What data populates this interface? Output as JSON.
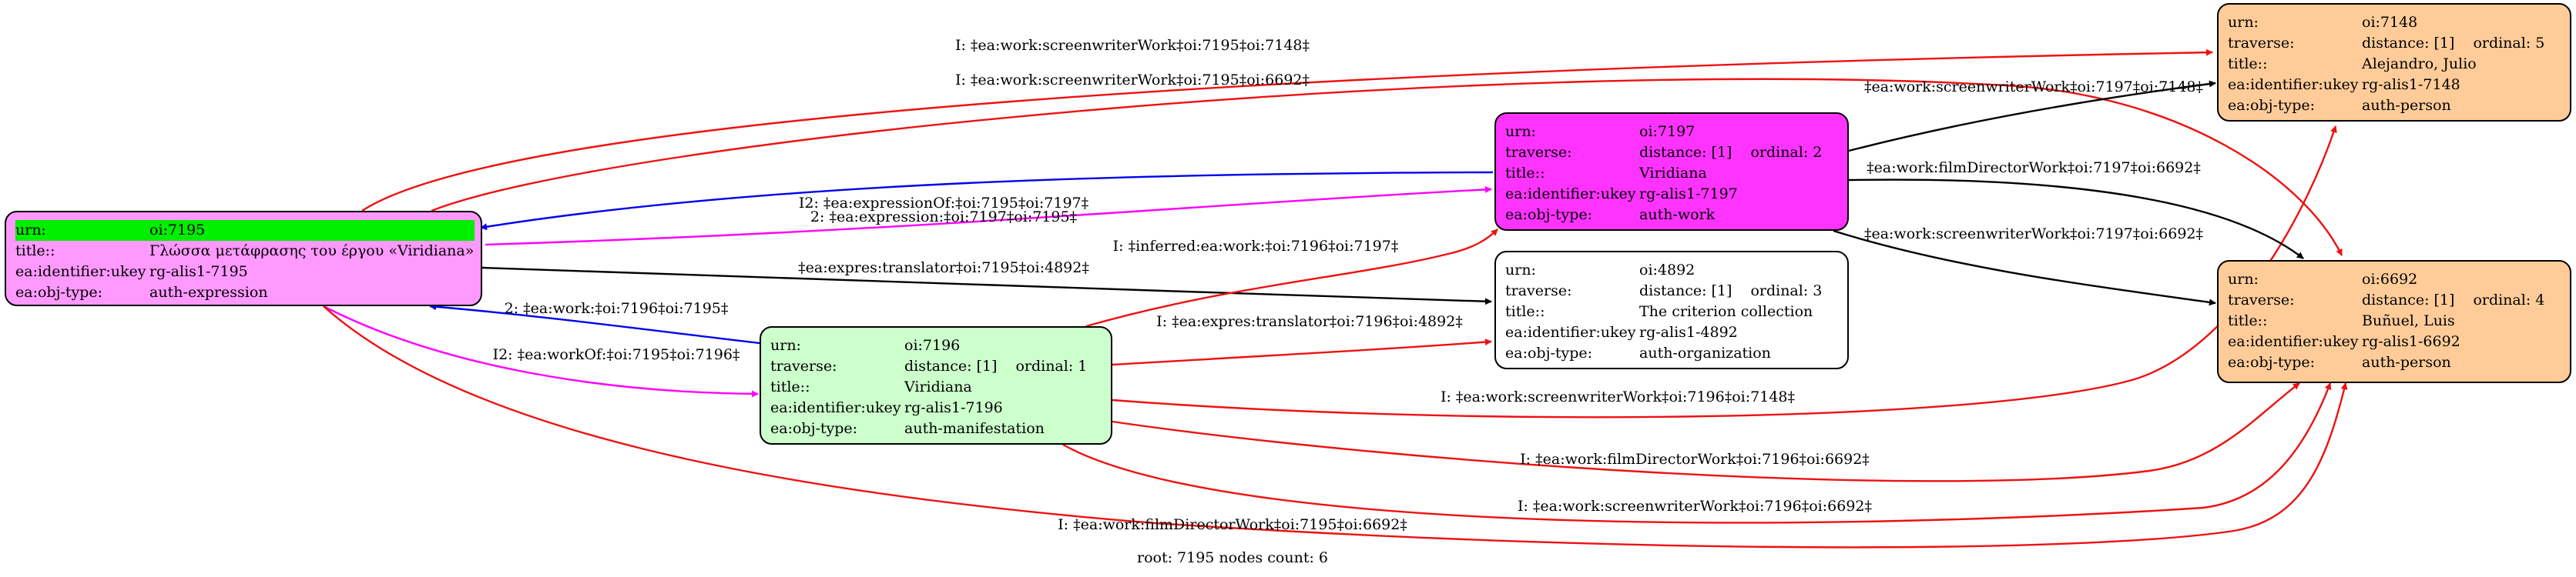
{
  "footer": "root: 7195 nodes count: 6",
  "colors": {
    "black": "#000000",
    "red": "#ee1111",
    "blue": "#0000ee",
    "magenta": "#ff00ff"
  },
  "nodes": {
    "n7195": {
      "fill": "#ff99ff",
      "rows": [
        {
          "k": "urn:",
          "v": "oi:7195",
          "hl": true
        },
        {
          "k": "title::",
          "v": "Γλώσσα μετάφρασης του έργου «Viridiana»"
        },
        {
          "k": "ea:identifier:ukey",
          "v": "rg-alis1-7195"
        },
        {
          "k": "ea:obj-type:",
          "v": "auth-expression"
        }
      ]
    },
    "n7196": {
      "fill": "#ccffcc",
      "rows": [
        {
          "k": "urn:",
          "v": "oi:7196"
        },
        {
          "k": "traverse:",
          "v": "distance: [1]",
          "v2": "ordinal: 1"
        },
        {
          "k": "title::",
          "v": "Viridiana"
        },
        {
          "k": "ea:identifier:ukey",
          "v": "rg-alis1-7196"
        },
        {
          "k": "ea:obj-type:",
          "v": "auth-manifestation"
        }
      ]
    },
    "n7197": {
      "fill": "#ff33ff",
      "rows": [
        {
          "k": "urn:",
          "v": "oi:7197"
        },
        {
          "k": "traverse:",
          "v": "distance: [1]",
          "v2": "ordinal: 2"
        },
        {
          "k": "title::",
          "v": "Viridiana"
        },
        {
          "k": "ea:identifier:ukey",
          "v": "rg-alis1-7197"
        },
        {
          "k": "ea:obj-type:",
          "v": "auth-work"
        }
      ]
    },
    "n4892": {
      "fill": "#ffffff",
      "rows": [
        {
          "k": "urn:",
          "v": "oi:4892"
        },
        {
          "k": "traverse:",
          "v": "distance: [1]",
          "v2": "ordinal: 3"
        },
        {
          "k": "title::",
          "v": "The criterion collection"
        },
        {
          "k": "ea:identifier:ukey",
          "v": "rg-alis1-4892"
        },
        {
          "k": "ea:obj-type:",
          "v": "auth-organization"
        }
      ]
    },
    "n7148": {
      "fill": "#ffcc99",
      "rows": [
        {
          "k": "urn:",
          "v": "oi:7148"
        },
        {
          "k": "traverse:",
          "v": "distance: [1]",
          "v2": "ordinal: 5"
        },
        {
          "k": "title::",
          "v": "Alejandro, Julio"
        },
        {
          "k": "ea:identifier:ukey",
          "v": "rg-alis1-7148"
        },
        {
          "k": "ea:obj-type:",
          "v": "auth-person"
        }
      ]
    },
    "n6692": {
      "fill": "#ffcc99",
      "rows": [
        {
          "k": "urn:",
          "v": "oi:6692"
        },
        {
          "k": "traverse:",
          "v": "distance: [1]",
          "v2": "ordinal: 4"
        },
        {
          "k": "title::",
          "v": "Buñuel, Luis"
        },
        {
          "k": "ea:identifier:ukey",
          "v": "rg-alis1-6692"
        },
        {
          "k": "ea:obj-type:",
          "v": "auth-person"
        }
      ]
    }
  },
  "edges": [
    {
      "label": "I: ‡ea:work:screenwriterWork‡oi:7195‡oi:7148‡",
      "color": "red"
    },
    {
      "label": "I: ‡ea:work:screenwriterWork‡oi:7195‡oi:6692‡",
      "color": "red"
    },
    {
      "label": "2: ‡ea:expression:‡oi:7197‡oi:7195‡",
      "color": "blue"
    },
    {
      "label": "I2: ‡ea:expressionOf:‡oi:7195‡oi:7197‡",
      "color": "magenta"
    },
    {
      "label": "‡ea:expres:translator‡oi:7195‡oi:4892‡",
      "color": "black"
    },
    {
      "label": "2: ‡ea:work:‡oi:7196‡oi:7195‡",
      "color": "blue"
    },
    {
      "label": "I2: ‡ea:workOf:‡oi:7195‡oi:7196‡",
      "color": "magenta"
    },
    {
      "label": "I: ‡inferred:ea:work:‡oi:7196‡oi:7197‡",
      "color": "red"
    },
    {
      "label": "I: ‡ea:expres:translator‡oi:7196‡oi:4892‡",
      "color": "red"
    },
    {
      "label": "I: ‡ea:work:screenwriterWork‡oi:7196‡oi:7148‡",
      "color": "red"
    },
    {
      "label": "I: ‡ea:work:filmDirectorWork‡oi:7196‡oi:6692‡",
      "color": "red"
    },
    {
      "label": "I: ‡ea:work:screenwriterWork‡oi:7196‡oi:6692‡",
      "color": "red"
    },
    {
      "label": "I: ‡ea:work:filmDirectorWork‡oi:7195‡oi:6692‡",
      "color": "red"
    },
    {
      "label": "‡ea:work:screenwriterWork‡oi:7197‡oi:7148‡",
      "color": "black"
    },
    {
      "label": "‡ea:work:filmDirectorWork‡oi:7197‡oi:6692‡",
      "color": "black"
    },
    {
      "label": "‡ea:work:screenwriterWork‡oi:7197‡oi:6692‡",
      "color": "black"
    }
  ]
}
